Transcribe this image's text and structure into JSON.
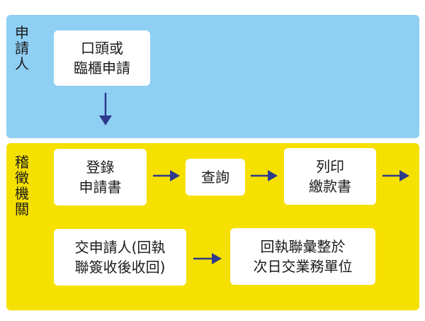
{
  "lanes": {
    "applicant": {
      "label": "申請人",
      "color": "#8fcff4"
    },
    "agency": {
      "label": "稽徵機關",
      "color": "#f5e000"
    }
  },
  "steps": {
    "apply": "口頭或\n臨櫃申請",
    "register": "登錄\n申請書",
    "query": "查詢",
    "print": "列印\n繳款書",
    "deliver": "交申請人(回執\n聯簽收後收回)",
    "archive": "回執聯彙整於\n次日交業務單位"
  },
  "colors": {
    "arrow": "#2e3a8c",
    "box": "#ffffff"
  }
}
